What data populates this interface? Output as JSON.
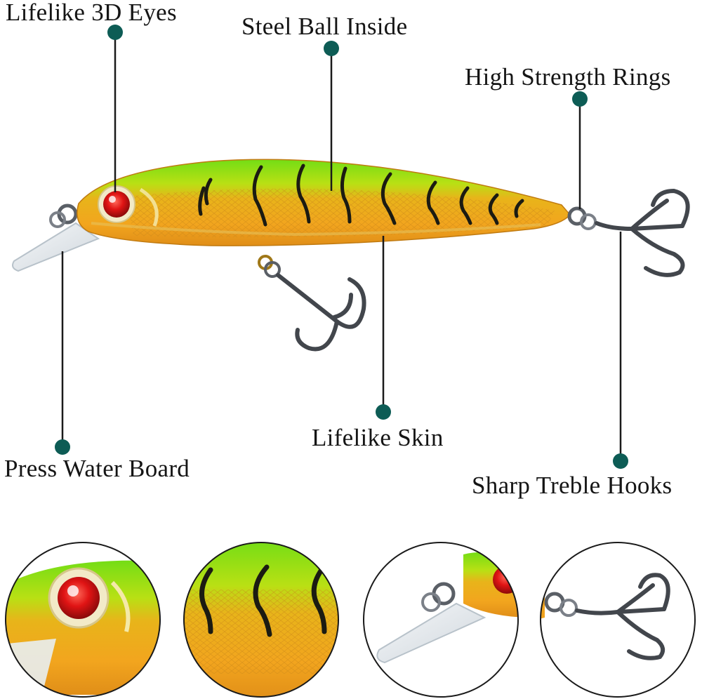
{
  "callouts": {
    "eyes": "Lifelike 3D Eyes",
    "steel_ball": "Steel Ball Inside",
    "rings": "High Strength Rings",
    "board": "Press Water Board",
    "skin": "Lifelike Skin",
    "hooks": "Sharp Treble Hooks"
  },
  "colors": {
    "callout_dot": "#0d5c55",
    "callout_line": "#1a1a1a",
    "body_green": "#7ee21a",
    "body_orange": "#f0a21c",
    "stripe": "#1b1b12",
    "eye_red": "#e01414",
    "metal": "#5a5f66"
  }
}
